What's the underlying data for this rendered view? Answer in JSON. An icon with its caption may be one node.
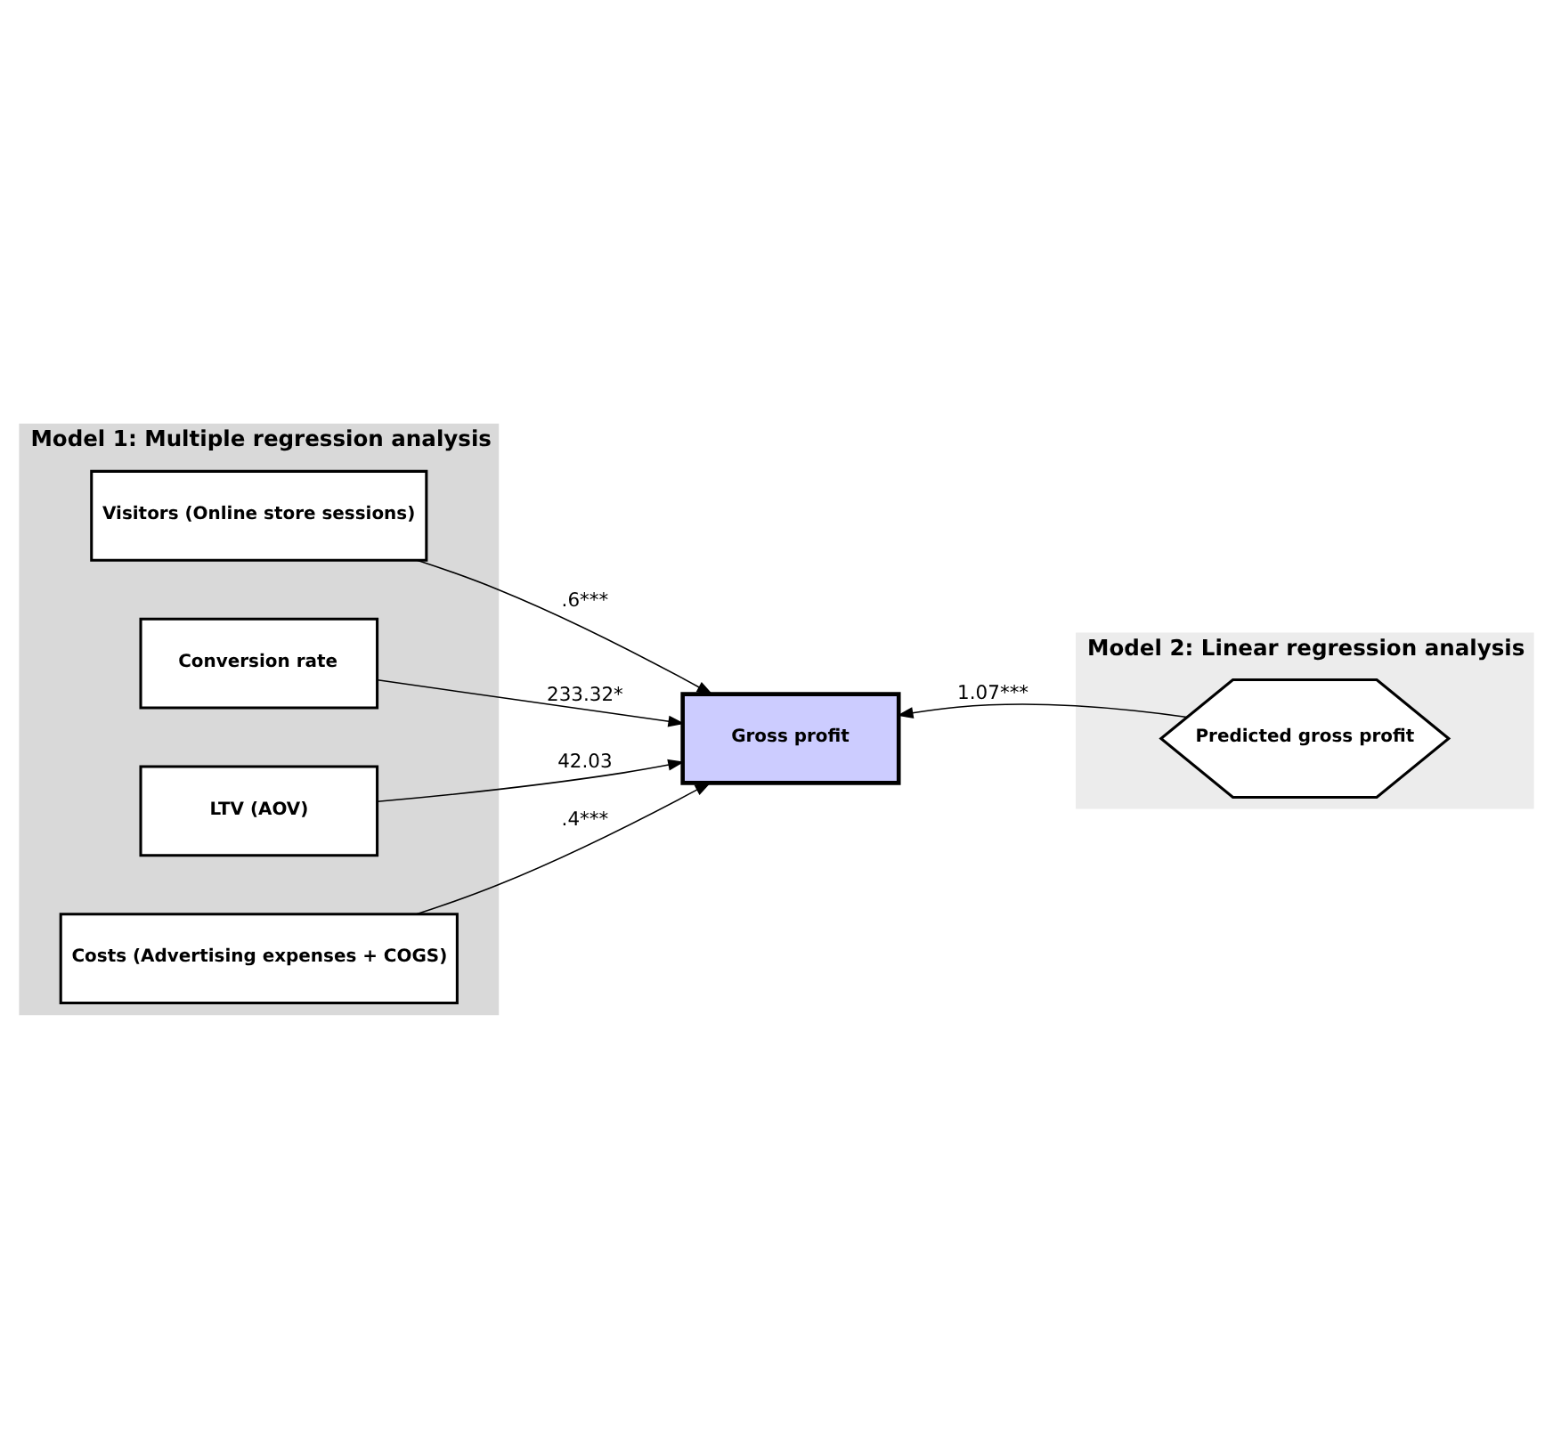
{
  "diagram": {
    "nodes": [
      {
        "text": [
          "Model 1: Multiple regression analysis"
        ]
      },
      {
        "text": [
          "Visitors (Online store sessions)"
        ],
        "in": 0
      },
      {
        "text": [
          "Conversion rate"
        ],
        "in": 0
      },
      {
        "text": [
          "LTV (AOV)"
        ],
        "in": 0
      },
      {
        "text": [
          "Costs (Advertising expenses + COGS)"
        ],
        "in": 0
      },
      {
        "text": [
          "Model 2: Linear regression analysis"
        ]
      },
      {
        "text": [
          "Predicted gross profit"
        ],
        "in": 5
      },
      {
        "text": [
          "Gross profit"
        ]
      }
    ],
    "edges": [
      {
        "from": 1,
        "to": 7,
        "arrow": "to",
        "label": ".6***"
      },
      {
        "from": 2,
        "to": 7,
        "arrow": "to",
        "label": "233.32*"
      },
      {
        "from": 3,
        "to": 7,
        "arrow": "to",
        "label": "42.03"
      },
      {
        "from": 4,
        "to": 7,
        "arrow": "to",
        "label": ".4***"
      },
      {
        "from": 6,
        "to": 7,
        "arrow": "to",
        "label": "1.07***"
      }
    ]
  }
}
